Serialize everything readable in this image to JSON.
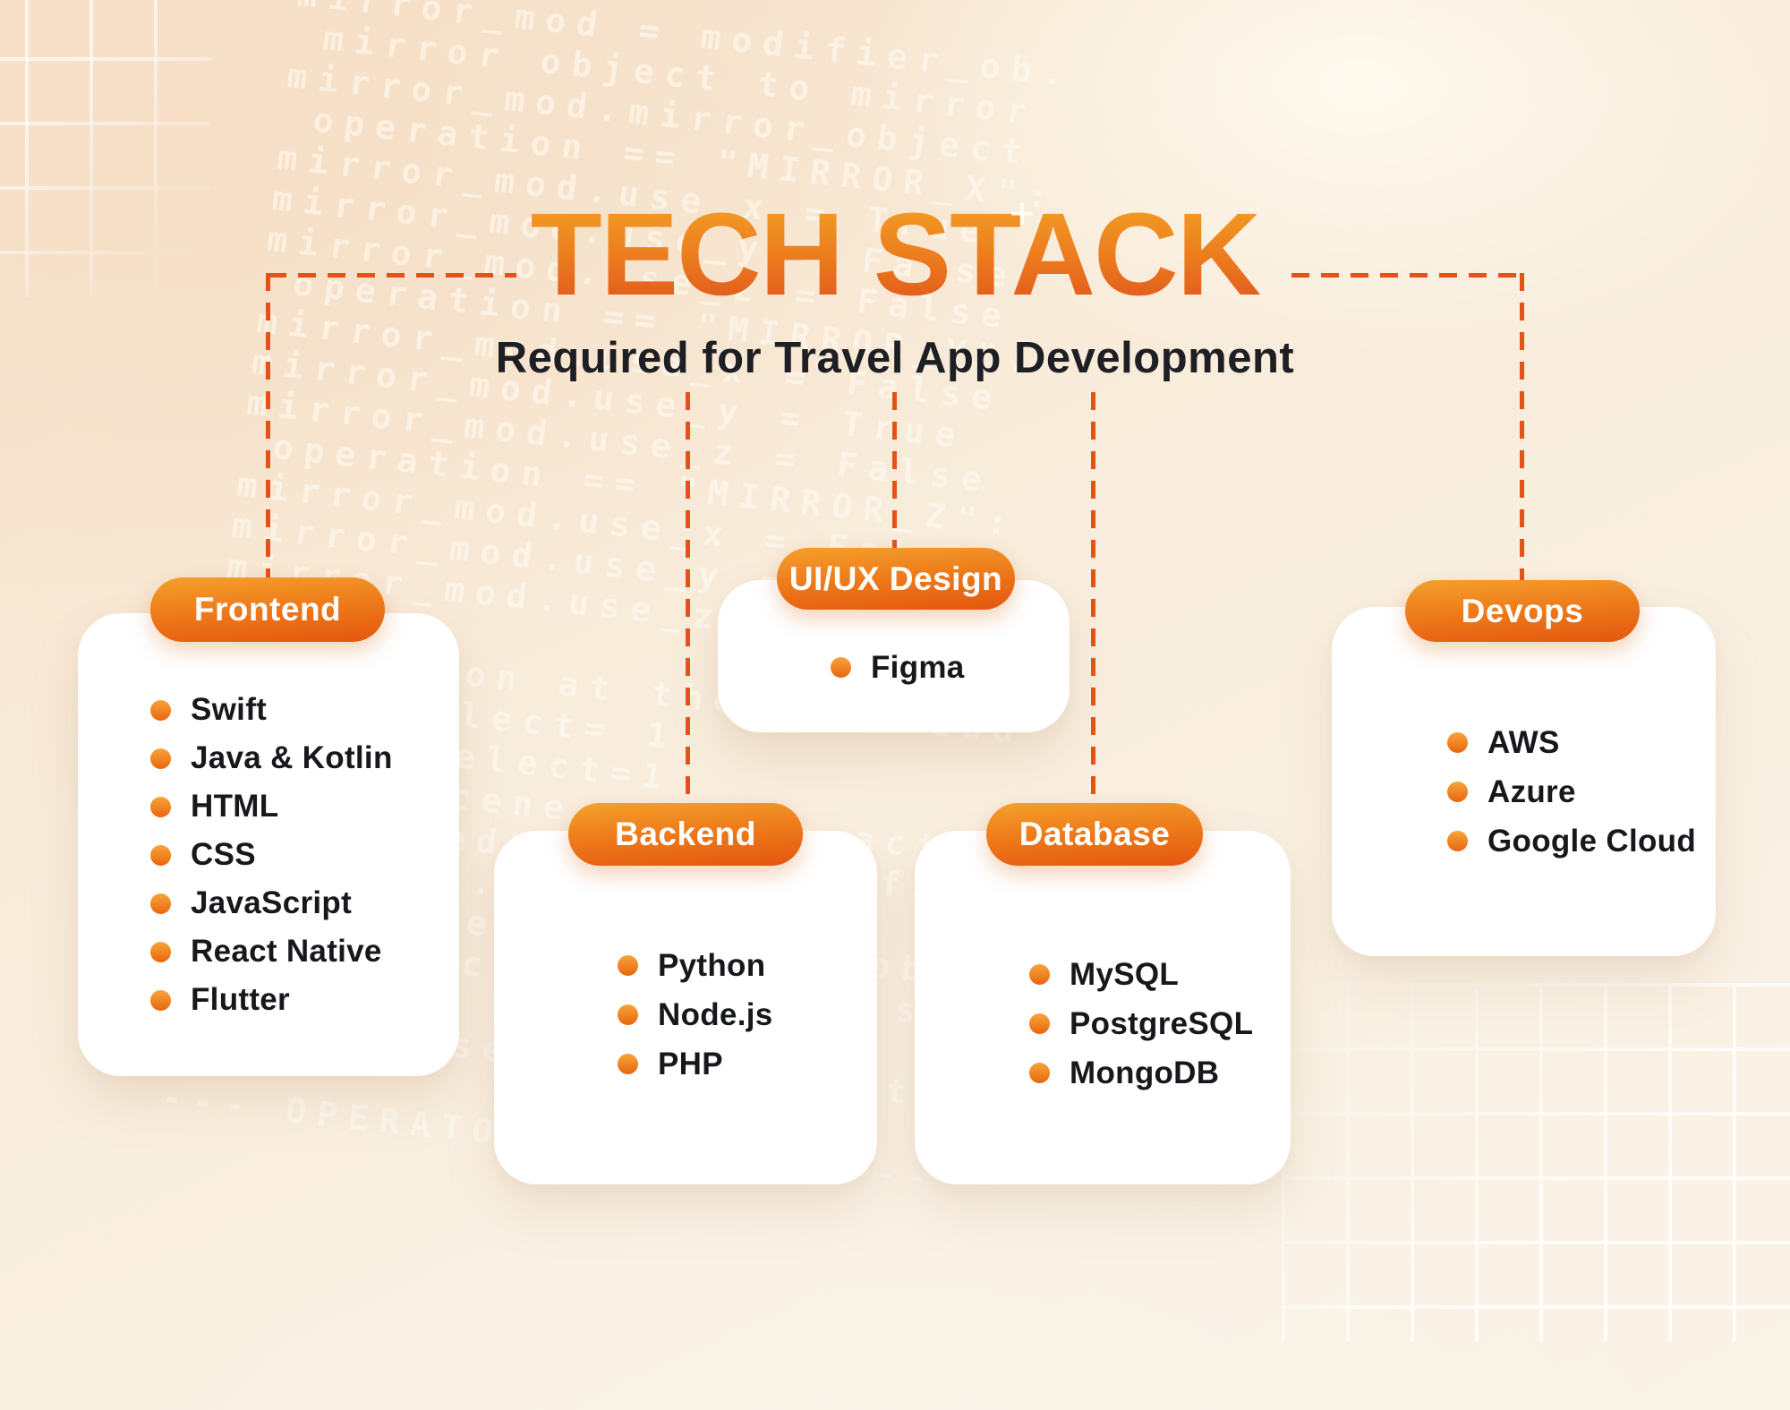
{
  "title": {
    "text": "TECH STACK"
  },
  "subtitle": {
    "text": "Required for Travel App Development"
  },
  "sparkle_glyph": "+",
  "cards": [
    {
      "label": "Frontend",
      "items": [
        "Swift",
        "Java & Kotlin",
        "HTML",
        "CSS",
        "JavaScript",
        "React Native",
        "Flutter"
      ]
    },
    {
      "label": "UI/UX Design",
      "items": [
        "Figma"
      ]
    },
    {
      "label": "Backend",
      "items": [
        "Python",
        "Node.js",
        "PHP"
      ]
    },
    {
      "label": "Database",
      "items": [
        "MySQL",
        "PostgreSQL",
        "MongoDB"
      ]
    },
    {
      "label": "Devops",
      "items": [
        "AWS",
        "Azure",
        "Google Cloud"
      ]
    }
  ],
  "colors": {
    "accent_dash": "#E4521A",
    "pill_gradient_top": "#F5A02C",
    "pill_gradient_bottom": "#E4560E",
    "title_gradient_top": "#F4A226",
    "title_gradient_bottom": "#E0531C",
    "bullet_gradient_top": "#F8A53A",
    "bullet_gradient_bottom": "#E8650D",
    "item_text": "#17181C",
    "subtitle_text": "#1E1F24",
    "card_background": "#FFFFFF"
  },
  "background": {
    "code_lines": [
      "mirror_mod = modifier_ob.",
      " mirror object to mirror",
      "mirror_mod.mirror_object",
      " operation == \"MIRROR_X\":",
      "mirror_mod.use_x = True",
      "mirror_mod.use_y = False",
      "mirror_mod.use_z = False",
      " operation == \"MIRROR_Y\":",
      "mirror_mod.use_x = False",
      "mirror_mod.use_y = True",
      "mirror_mod.use_z = False",
      " operation == \"MIRROR_Z\":",
      "mirror_mod.use_x = False",
      "mirror_mod.use_y = False",
      "mirror_mod.use_z = True",
      "",
      " selection at the end -add",
      "  _ob.select= 1",
      " er_ob.select=1",
      " ntext.scene.objects.active",
      " \"Selected\" + str(modifier",
      " irror_ob.select = 0",
      " bpy.context.selected_obje",
      " ata.objects[one.name].sel",
      "",
      "int(\"please select exactly",
      "",
      "--- OPERATOR CLASSES ----"
    ]
  }
}
